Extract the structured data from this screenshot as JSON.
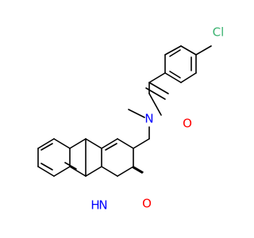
{
  "molecule": {
    "atoms": [
      {
        "id": "cl",
        "label": "Cl",
        "color": "#3CB371"
      },
      {
        "id": "o1",
        "label": "O",
        "color": "#FF0000"
      },
      {
        "id": "n1",
        "label": "N",
        "color": "#0000FF"
      },
      {
        "id": "nh",
        "label": "H",
        "color": "#0000FF"
      },
      {
        "id": "n2",
        "label": "N",
        "color": "#0000FF"
      },
      {
        "id": "o2",
        "label": "O",
        "color": "#FF0000"
      }
    ]
  }
}
